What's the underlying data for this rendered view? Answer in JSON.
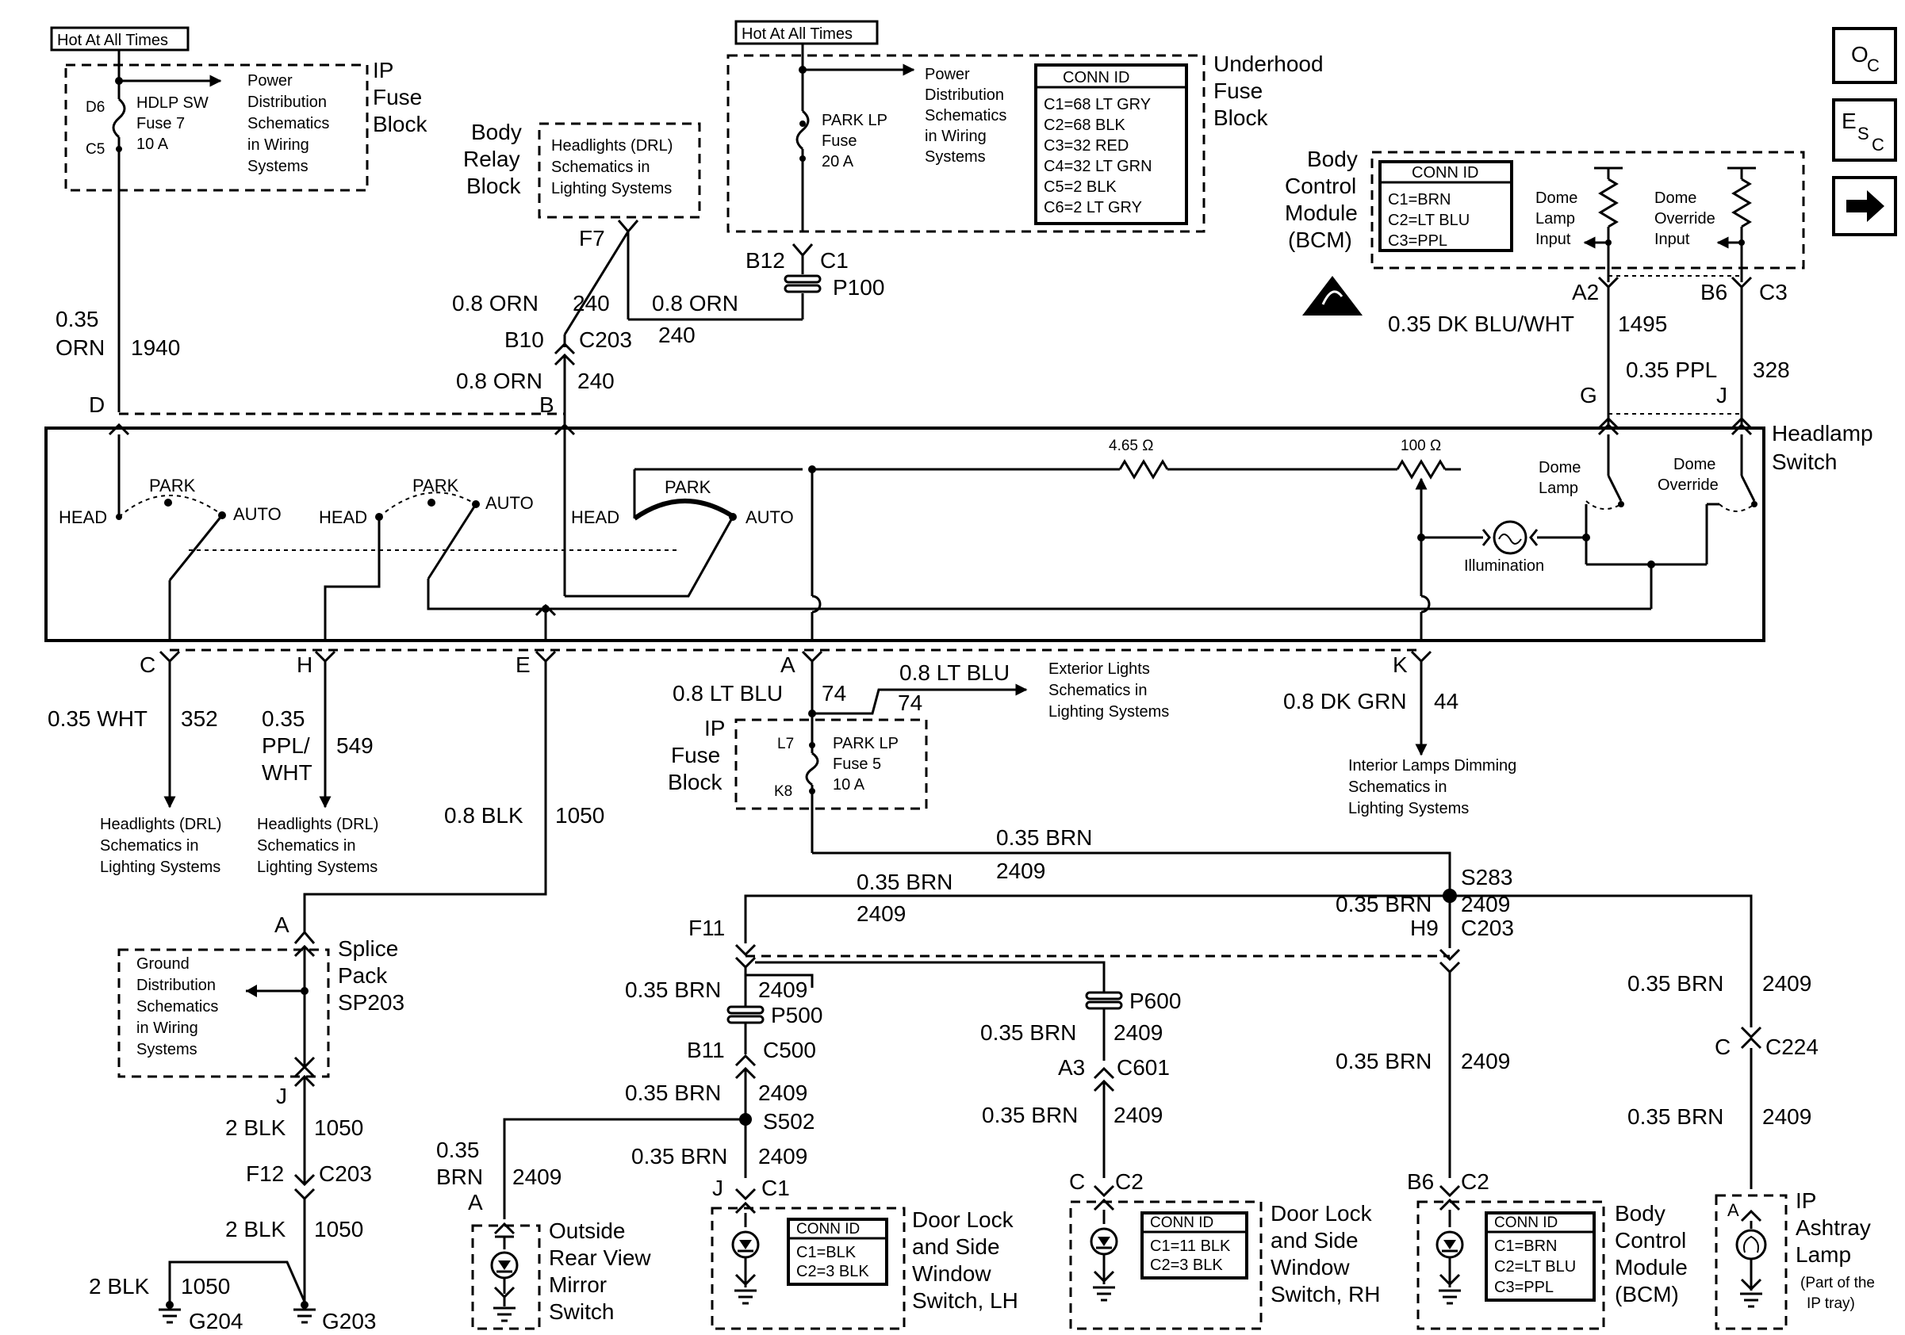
{
  "top": {
    "hot_left": "Hot At All Times",
    "hot_mid": "Hot At All Times",
    "ip_fuse_block_1": "IP",
    "ip_fuse_block_2": "Fuse",
    "ip_fuse_block_3": "Block",
    "d6": "D6",
    "c5": "C5",
    "hdlp_fuse_1": "HDLP SW",
    "hdlp_fuse_2": "Fuse 7",
    "hdlp_fuse_3": "10 A",
    "pds_left_1": "Power",
    "pds_left_2": "Distribution",
    "pds_left_3": "Schematics",
    "pds_left_4": "in Wiring",
    "pds_left_5": "Systems",
    "body_relay_1": "Body",
    "body_relay_2": "Relay",
    "body_relay_3": "Block",
    "drl_box_1": "Headlights (DRL)",
    "drl_box_2": "Schematics in",
    "drl_box_3": "Lighting Systems",
    "park_fuse_1": "PARK LP",
    "park_fuse_2": "Fuse",
    "park_fuse_3": "20 A",
    "pds_mid_1": "Power",
    "pds_mid_2": "Distribution",
    "pds_mid_3": "Schematics",
    "pds_mid_4": "in Wiring",
    "pds_mid_5": "Systems",
    "underhood_1": "Underhood",
    "underhood_2": "Fuse",
    "underhood_3": "Block",
    "conn_id": "CONN ID",
    "conn_uh": [
      "C1=68 LT GRY",
      "C2=68 BLK",
      "C3=32 RED",
      "C4=32 LT GRN",
      "C5=2 BLK",
      "C6=2 LT GRY"
    ],
    "f7": "F7",
    "b12": "B12",
    "c1": "C1",
    "p100": "P100",
    "w_08orn_a": "0.8 ORN",
    "w_240_a": "240",
    "w_08orn_b": "0.8 ORN",
    "w_240_b": "240",
    "b10": "B10",
    "c203_a": "C203",
    "w_08orn_c": "0.8 ORN",
    "w_240_c": "240",
    "w_035": "0.35",
    "w_orn": "ORN",
    "w_1940": "1940",
    "pin_d": "D",
    "pin_b": "B"
  },
  "bcm_top": {
    "bcm_1": "Body",
    "bcm_2": "Control",
    "bcm_3": "Module",
    "bcm_4": "(BCM)",
    "conn_id": "CONN ID",
    "conn": [
      "C1=BRN",
      "C2=LT BLU",
      "C3=PPL"
    ],
    "dome_lamp_1": "Dome",
    "dome_lamp_2": "Lamp",
    "dome_lamp_3": "Input",
    "dome_ovr_1": "Dome",
    "dome_ovr_2": "Override",
    "dome_ovr_3": "Input",
    "a2": "A2",
    "b6": "B6",
    "c3": "C3",
    "w1": "0.35 DK BLU/WHT",
    "w1n": "1495",
    "w2": "0.35 PPL",
    "w2n": "328",
    "g": "G",
    "j": "J"
  },
  "keys": {
    "oc_o": "O",
    "oc_c": "C",
    "esc_e": "E",
    "esc_s": "S",
    "esc_c": "C"
  },
  "switch": {
    "title_1": "Headlamp",
    "title_2": "Switch",
    "head1": "HEAD",
    "park1": "PARK",
    "auto1": "AUTO",
    "head2": "HEAD",
    "park2": "PARK",
    "auto2": "AUTO",
    "head3": "HEAD",
    "park3": "PARK",
    "auto3": "AUTO",
    "r1": "4.65 Ω",
    "r2": "100 Ω",
    "illum": "Illumination",
    "dome_lamp_1": "Dome",
    "dome_lamp_2": "Lamp",
    "dome_ovr_1": "Dome",
    "dome_ovr_2": "Override"
  },
  "mid": {
    "pin_c": "C",
    "pin_h": "H",
    "pin_e": "E",
    "pin_a": "A",
    "pin_k": "K",
    "w_c": "0.35 WHT",
    "w_c_n": "352",
    "w_h_1": "0.35",
    "w_h_2": "PPL/",
    "w_h_3": "WHT",
    "w_h_n": "549",
    "drl1_1": "Headlights (DRL)",
    "drl1_2": "Schematics in",
    "drl1_3": "Lighting Systems",
    "drl2_1": "Headlights (DRL)",
    "drl2_2": "Schematics in",
    "drl2_3": "Lighting Systems",
    "w_e": "0.8 BLK",
    "w_e_n": "1050",
    "w_a": "0.8 LT BLU",
    "w_a_n": "74",
    "w_a2": "0.8 LT BLU",
    "w_a2_n": "74",
    "ext_1": "Exterior Lights",
    "ext_2": "Schematics in",
    "ext_3": "Lighting Systems",
    "ipfb_1": "IP",
    "ipfb_2": "Fuse",
    "ipfb_3": "Block",
    "l7": "L7",
    "k8": "K8",
    "pk5_1": "PARK LP",
    "pk5_2": "Fuse 5",
    "pk5_3": "10 A",
    "w_k": "0.8 DK GRN",
    "w_k_n": "44",
    "int_1": "Interior Lamps Dimming",
    "int_2": "Schematics in",
    "int_3": "Lighting Systems",
    "brn_a": "0.35 BRN",
    "brn_b": "0.35 BRN",
    "brn_b_n": "2409",
    "brn_c_n": "2409",
    "s283": "S283"
  },
  "ground": {
    "pin_a": "A",
    "gd_1": "Ground",
    "gd_2": "Distribution",
    "gd_3": "Schematics",
    "gd_4": "in Wiring",
    "gd_5": "Systems",
    "sp_1": "Splice",
    "sp_2": "Pack",
    "sp_3": "SP203",
    "pin_j": "J",
    "w1": "2 BLK",
    "w1n": "1050",
    "f12": "F12",
    "c203": "C203",
    "w2": "2 BLK",
    "w2n": "1050",
    "w3": "2 BLK",
    "w3n": "1050",
    "g204": "G204",
    "g203": "G203"
  },
  "bottom": {
    "f11": "F11",
    "h9": "H9",
    "c203": "C203",
    "w_h9": "0.35 BRN",
    "w_h9_n": "2409",
    "w_p500": "0.35 BRN",
    "w_p500_n": "2409",
    "p500": "P500",
    "b11": "B11",
    "c500": "C500",
    "w_s502": "0.35 BRN",
    "w_s502_n": "2409",
    "s502": "S502",
    "w_j": "0.35 BRN",
    "w_j_n": "2409",
    "w_mir_1": "0.35",
    "w_mir_2": "BRN",
    "w_mir_n": "2409",
    "pin_a_mir": "A",
    "pin_j": "J",
    "c1": "C1",
    "mir_1": "Outside",
    "mir_2": "Rear View",
    "mir_3": "Mirror",
    "mir_4": "Switch",
    "conn_id_lh": "CONN ID",
    "lh_c1": "C1=BLK",
    "lh_c2": "C2=3 BLK",
    "lh_1": "Door Lock",
    "lh_2": "and Side",
    "lh_3": "Window",
    "lh_4": "Switch, LH",
    "p600": "P600",
    "w_p600": "0.35 BRN",
    "w_p600_n": "2409",
    "a3": "A3",
    "c601": "C601",
    "w_rh": "0.35 BRN",
    "w_rh_n": "2409",
    "pin_c_rh": "C",
    "c2_rh": "C2",
    "conn_id_rh": "CONN ID",
    "rh_c1": "C1=11 BLK",
    "rh_c2": "C2=3 BLK",
    "rh_1": "Door Lock",
    "rh_2": "and Side",
    "rh_3": "Window",
    "rh_4": "Switch, RH",
    "w_bcm": "0.35 BRN",
    "w_bcm_n": "2409",
    "b6": "B6",
    "c2_bcm": "C2",
    "conn_id_bcm": "CONN ID",
    "bcm_c1": "C1=BRN",
    "bcm_c2": "C2=LT BLU",
    "bcm_c3": "C3=PPL",
    "bcm_1": "Body",
    "bcm_2": "Control",
    "bcm_3": "Module",
    "bcm_4": "(BCM)",
    "w_ash1": "0.35 BRN",
    "w_ash1_n": "2409",
    "pin_c": "C",
    "c224": "C224",
    "w_ash2": "0.35 BRN",
    "w_ash2_n": "2409",
    "pin_a_ash": "A",
    "ash_1": "IP",
    "ash_2": "Ashtray",
    "ash_3": "Lamp",
    "ash_4": "(Part of the",
    "ash_5": "IP tray)"
  }
}
